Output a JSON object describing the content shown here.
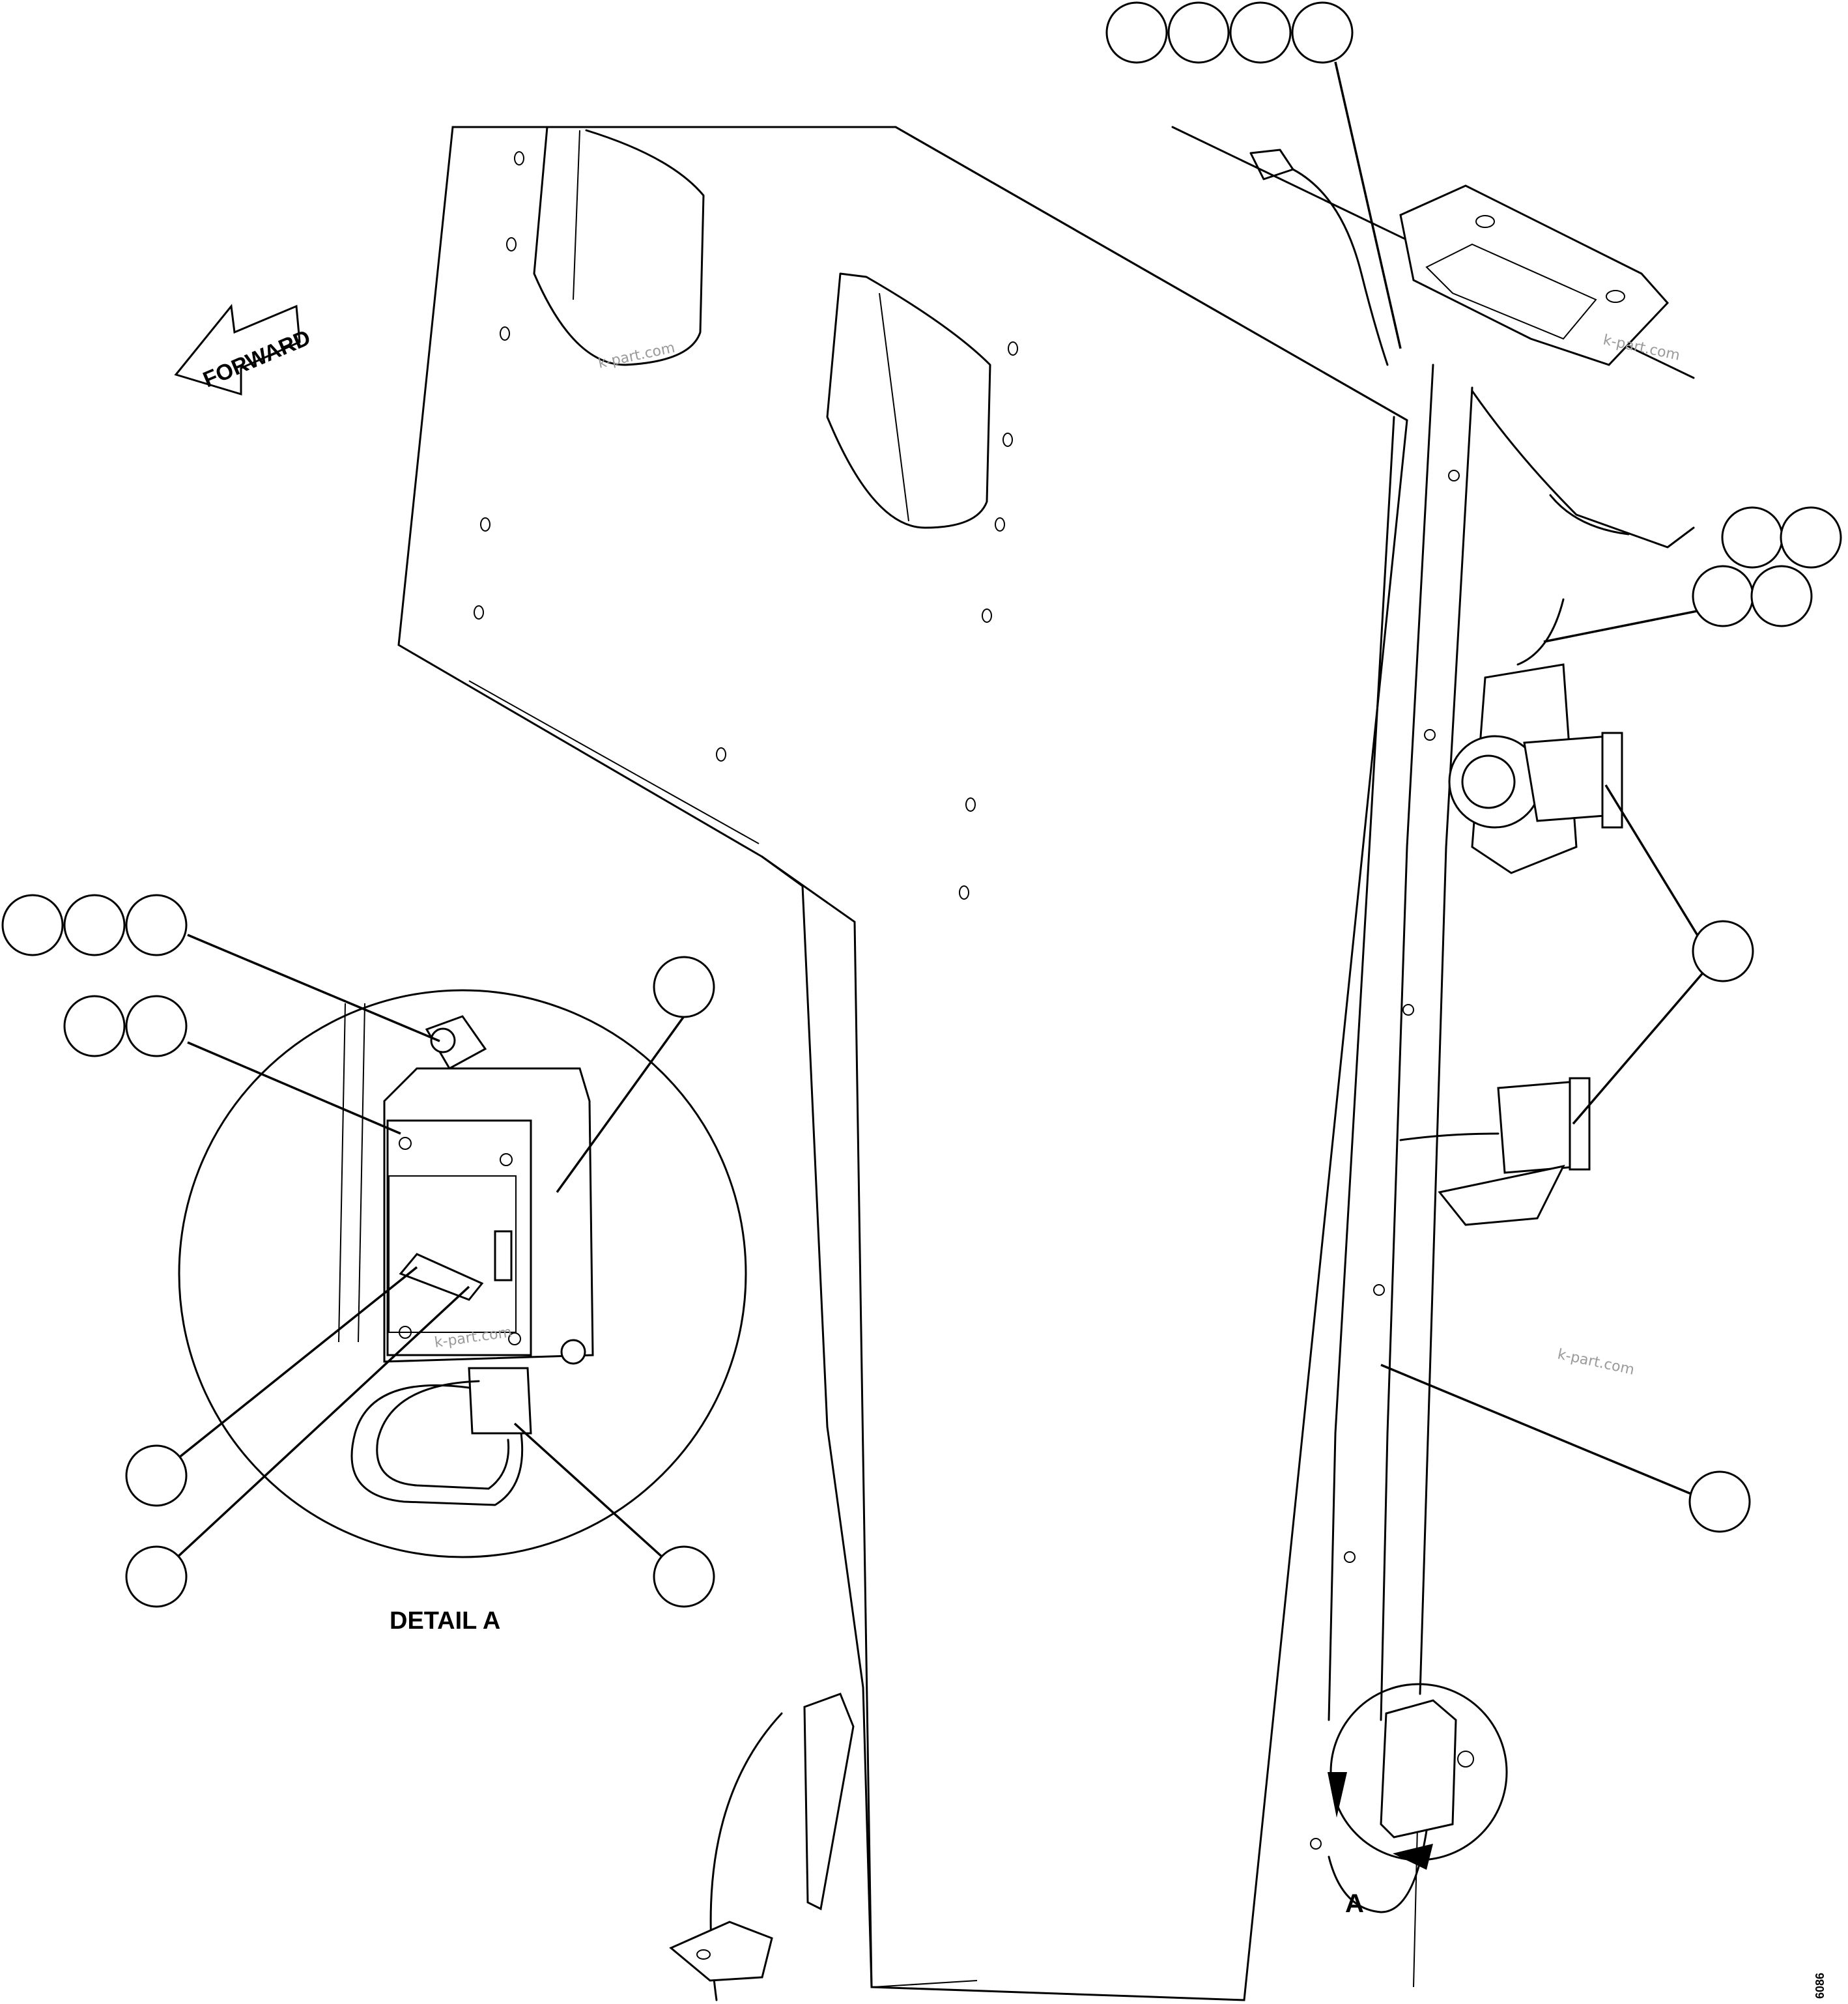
{
  "diagram": {
    "direction_label": "FORWARD",
    "detail_label": "DETAIL A",
    "view_marker": "A",
    "drawing_number": "6086",
    "watermark": "k-part.com"
  }
}
